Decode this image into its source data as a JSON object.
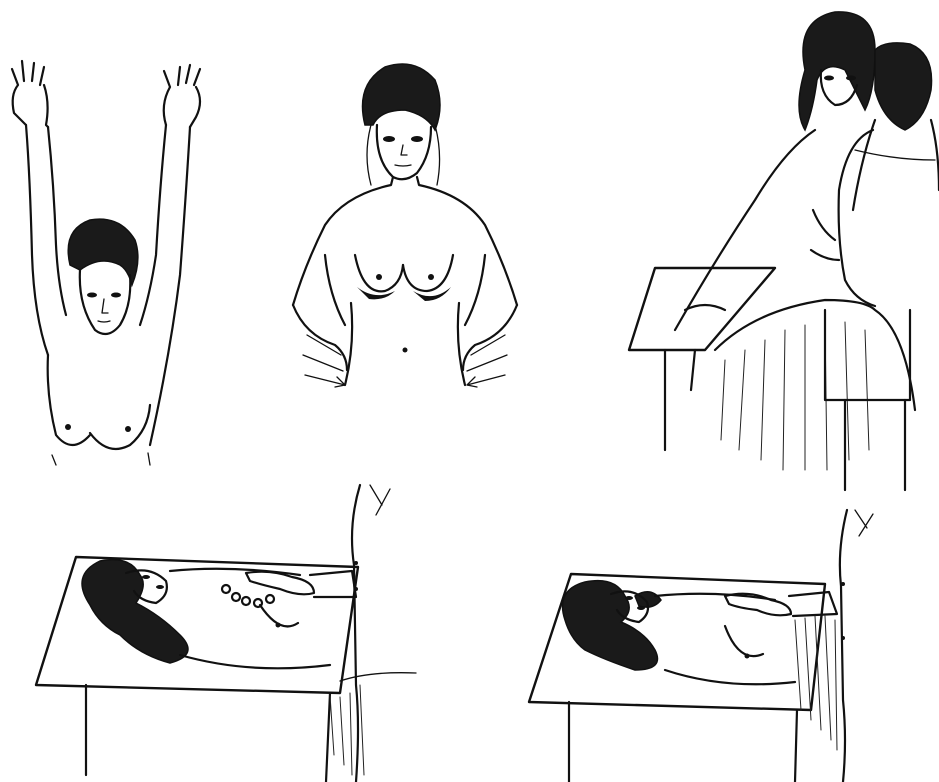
{
  "illustration": {
    "panels": [
      {
        "id": "arms-raised",
        "icon": "woman-arms-raised-icon"
      },
      {
        "id": "hands-on-hips",
        "icon": "woman-hands-on-hips-icon"
      },
      {
        "id": "seated-leaning-palpation",
        "icon": "woman-seated-leaning-forward-icon"
      },
      {
        "id": "supine-palpation-left",
        "icon": "woman-supine-palpation-icon"
      },
      {
        "id": "supine-palpation-right",
        "icon": "woman-supine-palpation-icon"
      }
    ],
    "ink_color": "#111111",
    "paper_color": "#ffffff"
  }
}
